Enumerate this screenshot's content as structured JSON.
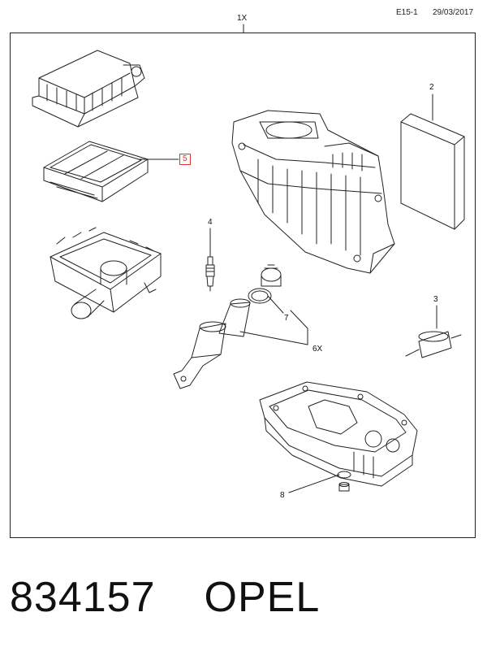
{
  "header": {
    "code": "E15-1",
    "date": "29/03/2017"
  },
  "callouts": {
    "kit": "1X",
    "cabin_filter": "2",
    "fuel_filter": "3",
    "spark_plug": "4",
    "air_filter": "5",
    "oil_filter_set": "6X",
    "oil_filter_seal": "7",
    "drain_plug": "8"
  },
  "footer": {
    "part_number": "834157",
    "brand": "OPEL"
  },
  "colors": {
    "line": "#222222",
    "highlight": "#dd3333"
  }
}
